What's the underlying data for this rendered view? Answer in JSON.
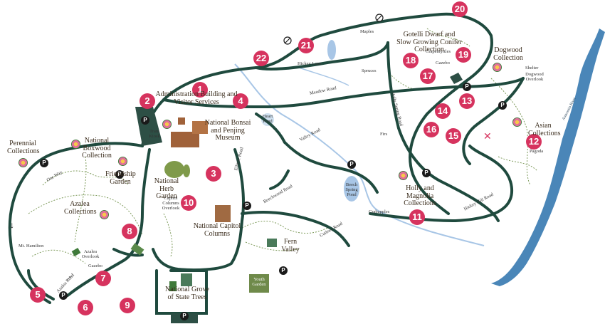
{
  "colors": {
    "road": "#1f4a3e",
    "trail": "#7d9a5a",
    "stream": "#a8c6e6",
    "river": "#4a86b8",
    "marker": "#d6335e",
    "text": "#3a2c1c"
  },
  "markers": [
    "1",
    "2",
    "3",
    "4",
    "5",
    "6",
    "7",
    "8",
    "9",
    "10",
    "11",
    "12",
    "13",
    "14",
    "15",
    "16",
    "17",
    "18",
    "19",
    "20",
    "21",
    "22"
  ],
  "parking_symbol": "P",
  "labels": {
    "admin": "Administration Building and Visitor Services",
    "bonsai": "National Bonsai and Penjing Museum",
    "tram": "Tram Kiosk",
    "perennial": "Perennial Collections",
    "boxwood": "National Boxwood Collection",
    "friendship": "Friendship Garden",
    "herb": "National Herb Garden",
    "capitol_overlook": "Capitol Columns Overlook",
    "capitol": "National Capitol Columns",
    "azalea": "Azalea Collections",
    "mt_hamilton": "Mt. Hamilton",
    "azalea_overlook": "Azalea Overlook",
    "gazebo_left": "Gazebo",
    "azalea_road": "Azalea Road",
    "one_way": "One Way",
    "grove": "National Grove of State Trees",
    "youth": "Youth Garden",
    "fern": "Fern Valley",
    "holly": "Holly and Magnolia Collections",
    "crabapples": "Crabapples",
    "beech": "Beech Spring Pond",
    "heart": "Heart Pond",
    "gotelli": "Gotelli Dwarf and Slow Growing Conifer Collection",
    "crapemyrtles": "Crapemyrtles",
    "gazebo_right": "Gazebo",
    "maples": "Maples",
    "spruces": "Spruces",
    "firs": "Firs",
    "hickey_lane": "Hickey Lane",
    "meadow_road": "Meadow Road",
    "valley_road": "Valley Road",
    "ellipse_road": "Ellipse Road",
    "beechwood_road": "Beechwood Road",
    "cuthwa_road": "Cuthwa Road",
    "hickey_hill_road": "Hickey Hill Road",
    "holly_spring_road": "Holly Spring Road",
    "dogwood": "Dogwood Collection",
    "shelter": "Shelter",
    "dogwood_overlook": "Dogwood Overlook",
    "asian": "Asian Collections",
    "pagoda": "Pagoda",
    "anacostia": "Anacostia River"
  }
}
